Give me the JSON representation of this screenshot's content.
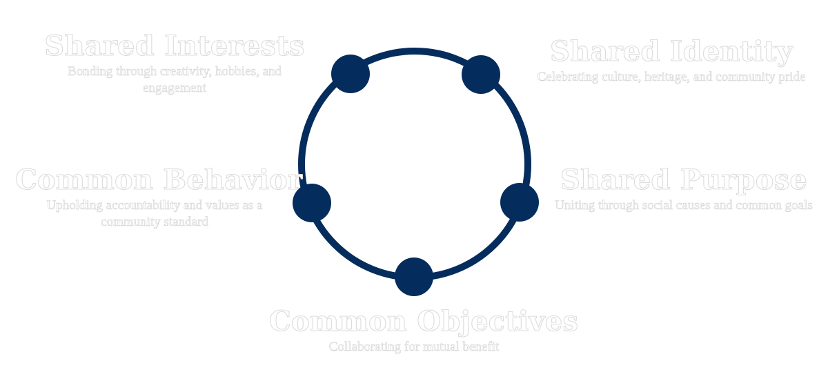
{
  "colors": {
    "ring": "#042c5c",
    "node": "#042c5c",
    "label_fill": "#ffffff",
    "label_outline": "#dcdcdc"
  },
  "nodes": [
    {
      "id": "interests",
      "title": "Shared Interests",
      "description": "Bonding through creativity, hobbies, and engagement"
    },
    {
      "id": "identity",
      "title": "Shared Identity",
      "description": "Celebrating culture, heritage, and community pride"
    },
    {
      "id": "behavior",
      "title": "Common Behavior",
      "description": "Upholding accountability and values as a community standard"
    },
    {
      "id": "purpose",
      "title": "Shared Purpose",
      "description": "Uniting through social causes and common goals"
    },
    {
      "id": "objectives",
      "title": "Common Objectives",
      "description": "Collaborating for mutual benefit"
    }
  ]
}
